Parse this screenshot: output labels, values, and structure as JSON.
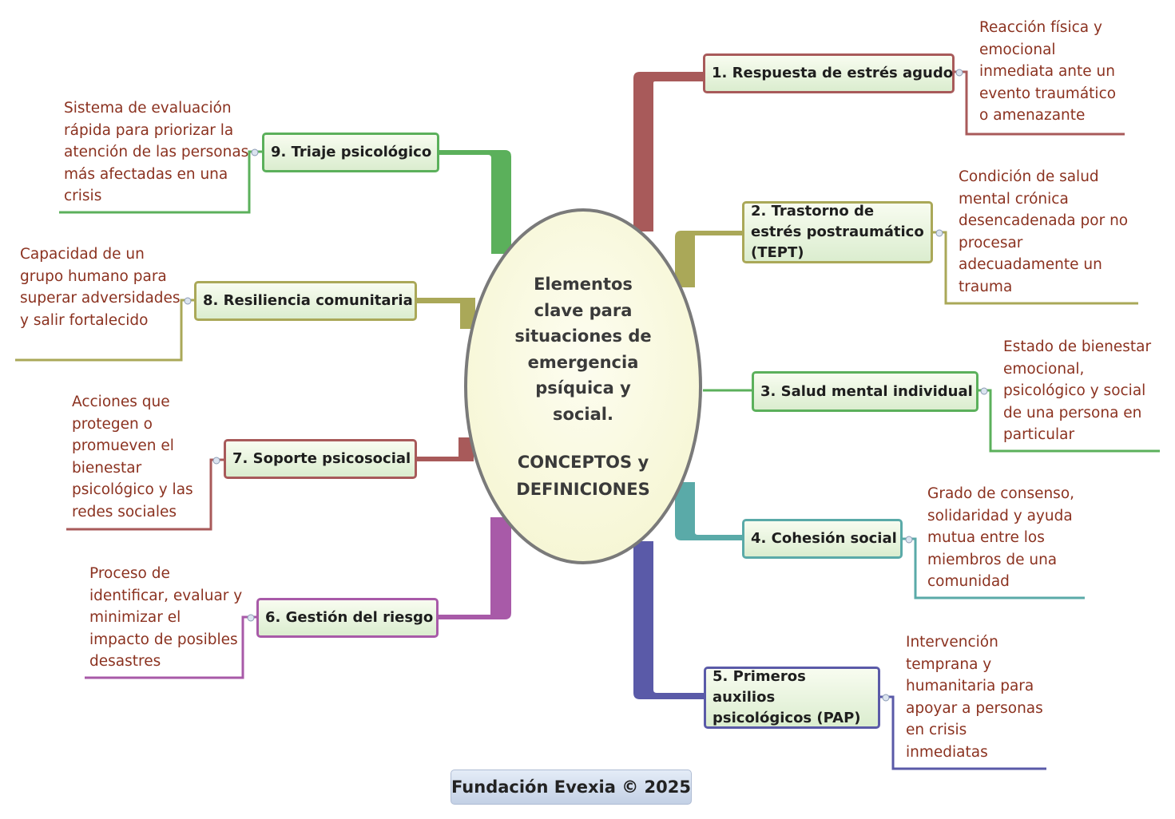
{
  "center": {
    "title": "Elementos clave para situaciones de emergencia psíquica y social.",
    "subtitle": "CONCEPTOS y DEFINICIONES"
  },
  "branches": [
    {
      "label": "1. Respuesta de estrés agudo",
      "description": "Reacción física y emocional inmediata ante un evento traumático o amenazante",
      "color": "#a85a5a"
    },
    {
      "label": "2. Trastorno de estrés postraumático (TEPT)",
      "description": "Condición de salud mental crónica desencadenada por no procesar adecuadamente un trauma",
      "color": "#aaa858"
    },
    {
      "label": "3. Salud mental individual",
      "description": "Estado de bienestar emocional, psicológico y social de una persona en particular",
      "color": "#5bb05b"
    },
    {
      "label": "4. Cohesión social",
      "description": "Grado de consenso, solidaridad y ayuda mutua entre los miembros de una comunidad",
      "color": "#5aaaa8"
    },
    {
      "label": "5. Primeros auxilios psicológicos (PAP)",
      "description": "Intervención temprana y humanitaria para apoyar a personas en crisis inmediatas",
      "color": "#5a5aa8"
    },
    {
      "label": "6. Gestión del riesgo",
      "description": "Proceso de identificar, evaluar y minimizar el impacto de posibles desastres",
      "color": "#a85aa8"
    },
    {
      "label": "7. Soporte psicosocial",
      "description": "Acciones que protegen o promueven el bienestar psicológico y las redes sociales",
      "color": "#a85a5a"
    },
    {
      "label": "8. Resiliencia comunitaria",
      "description": "Capacidad de un grupo humano para superar adversidades y salir fortalecido",
      "color": "#aaa858"
    },
    {
      "label": "9. Triaje psicológico",
      "description": "Sistema de evaluación rápida para priorizar la atención de las personas más afectadas en una crisis",
      "color": "#5bb05b"
    }
  ],
  "footer": "Fundación Evexia © 2025"
}
